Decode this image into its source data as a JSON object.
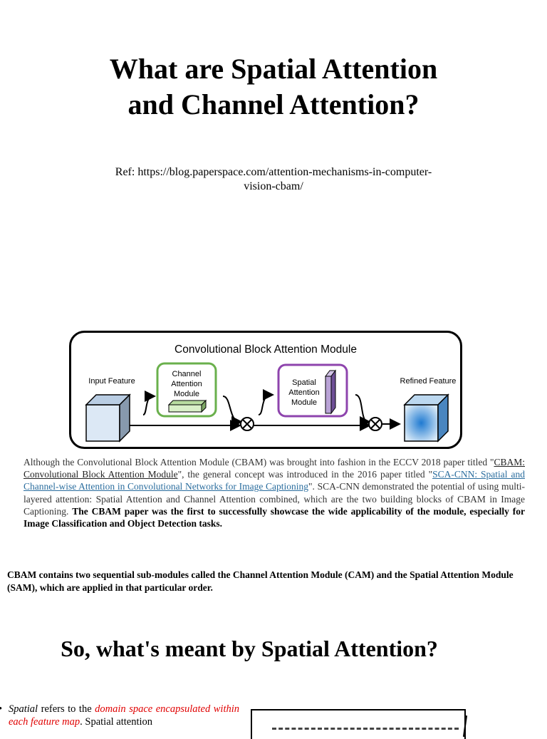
{
  "title": {
    "line1": "What are Spatial Attention",
    "line2": "and Channel Attention?"
  },
  "ref": {
    "line1": "Ref: https://blog.paperspace.com/attention-mechanisms-in-computer-",
    "line2": "vision-cbam/"
  },
  "diagram": {
    "title": "Convolutional Block Attention Module",
    "input_label": "Input Feature",
    "channel_line1": "Channel",
    "channel_line2": "Attention",
    "channel_line3": "Module",
    "spatial_line1": "Spatial",
    "spatial_line2": "Attention",
    "spatial_line3": "Module",
    "refined_label": "Refined Feature",
    "colors": {
      "channel_border": "#6ab04c",
      "spatial_border": "#8e44ad",
      "input_cube": "#dce8f5",
      "refined_cube": "#1f7ad1"
    }
  },
  "paragraph": {
    "t1": "Although the Convolutional Block Attention Module (CBAM) was brought into fashion in the ECCV 2018 paper titled \"",
    "link1": "CBAM: Convolutional Block Attention Module",
    "t2": "\", the general concept was introduced in the 2016 paper titled \"",
    "link2": "SCA-CNN: Spatial and Channel-wise Attention in Convolutional Networks for Image Captioning",
    "t3": "\".            SCA-CNN demonstrated the potential of using multi-layered attention: Spatial Attention and Channel Attention combined, which are the two building blocks of CBAM in Image Captioning.",
    "bold": "The CBAM paper was the first to successfully showcase the wide applicability of the module, especially for Image Classification and Object Detection tasks."
  },
  "cbam_note": "CBAM contains two sequential sub-modules called the Channel Attention Module (CAM) and the Spatial Attention Module (SAM), which are applied in that particular order.",
  "section_heading": "So, what's meant by Spatial Attention?",
  "bullet": {
    "marker": "•",
    "word": "Spatial",
    "t1": " refers to the ",
    "red": "domain space encapsulated within each feature map",
    "t2": ". Spatial attention"
  }
}
